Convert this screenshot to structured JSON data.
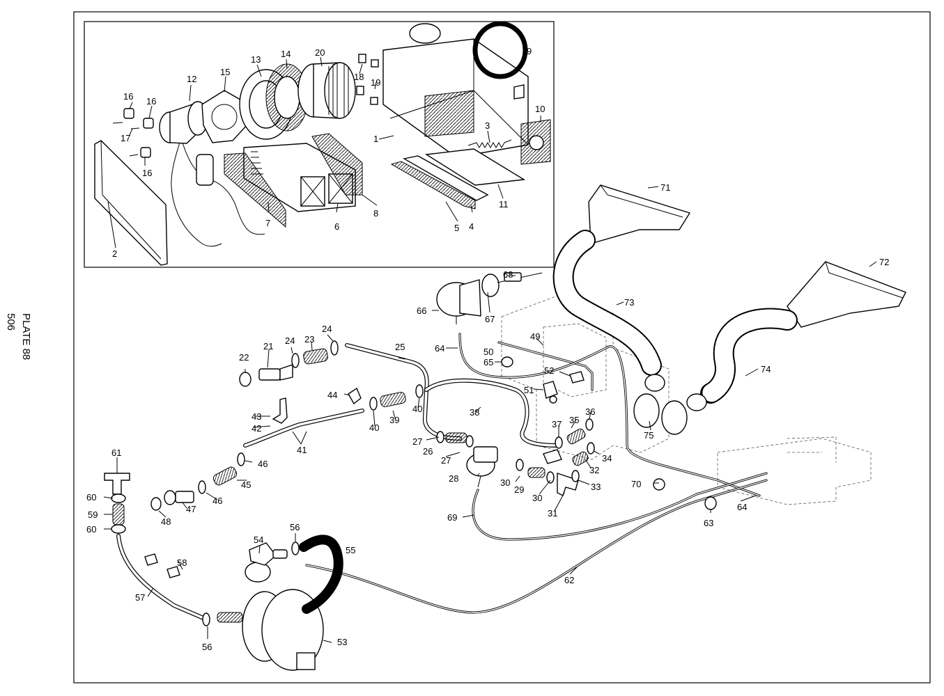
{
  "side_caption": {
    "plate": "PLATE 88",
    "page": "506"
  },
  "labels": {
    "l1": "1",
    "l2": "2",
    "l3": "3",
    "l4": "4",
    "l5": "5",
    "l6": "6",
    "l7": "7",
    "l8": "8",
    "l9": "9",
    "l10": "10",
    "l11": "11",
    "l12": "12",
    "l13": "13",
    "l14": "14",
    "l15": "15",
    "l16a": "16",
    "l16b": "16",
    "l16c": "16",
    "l17": "17",
    "l18": "18",
    "l19": "19",
    "l20": "20",
    "l21": "21",
    "l22": "22",
    "l23": "23",
    "l24a": "24",
    "l24b": "24",
    "l25": "25",
    "l26": "26",
    "l27a": "27",
    "l27b": "27",
    "l28": "28",
    "l29": "29",
    "l30a": "30",
    "l30b": "30",
    "l31": "31",
    "l32": "32",
    "l33": "33",
    "l34": "34",
    "l35": "35",
    "l36": "36",
    "l37": "37",
    "l38": "38",
    "l39": "39",
    "l40a": "40",
    "l40b": "40",
    "l41": "41",
    "l42": "42",
    "l43": "43",
    "l44": "44",
    "l45": "45",
    "l46a": "46",
    "l46b": "46",
    "l47": "47",
    "l48": "48",
    "l49": "49",
    "l50": "50",
    "l51": "51",
    "l52": "52",
    "l53": "53",
    "l54": "54",
    "l55": "55",
    "l56a": "56",
    "l56b": "56",
    "l57": "57",
    "l58": "58",
    "l59": "59",
    "l60a": "60",
    "l60b": "60",
    "l61": "61",
    "l62": "62",
    "l63": "63",
    "l64a": "64",
    "l64b": "64",
    "l65": "65",
    "l66": "66",
    "l67": "67",
    "l68": "68",
    "l69": "69",
    "l70": "70",
    "l71": "71",
    "l72": "72",
    "l73": "73",
    "l74": "74",
    "l75": "75"
  }
}
